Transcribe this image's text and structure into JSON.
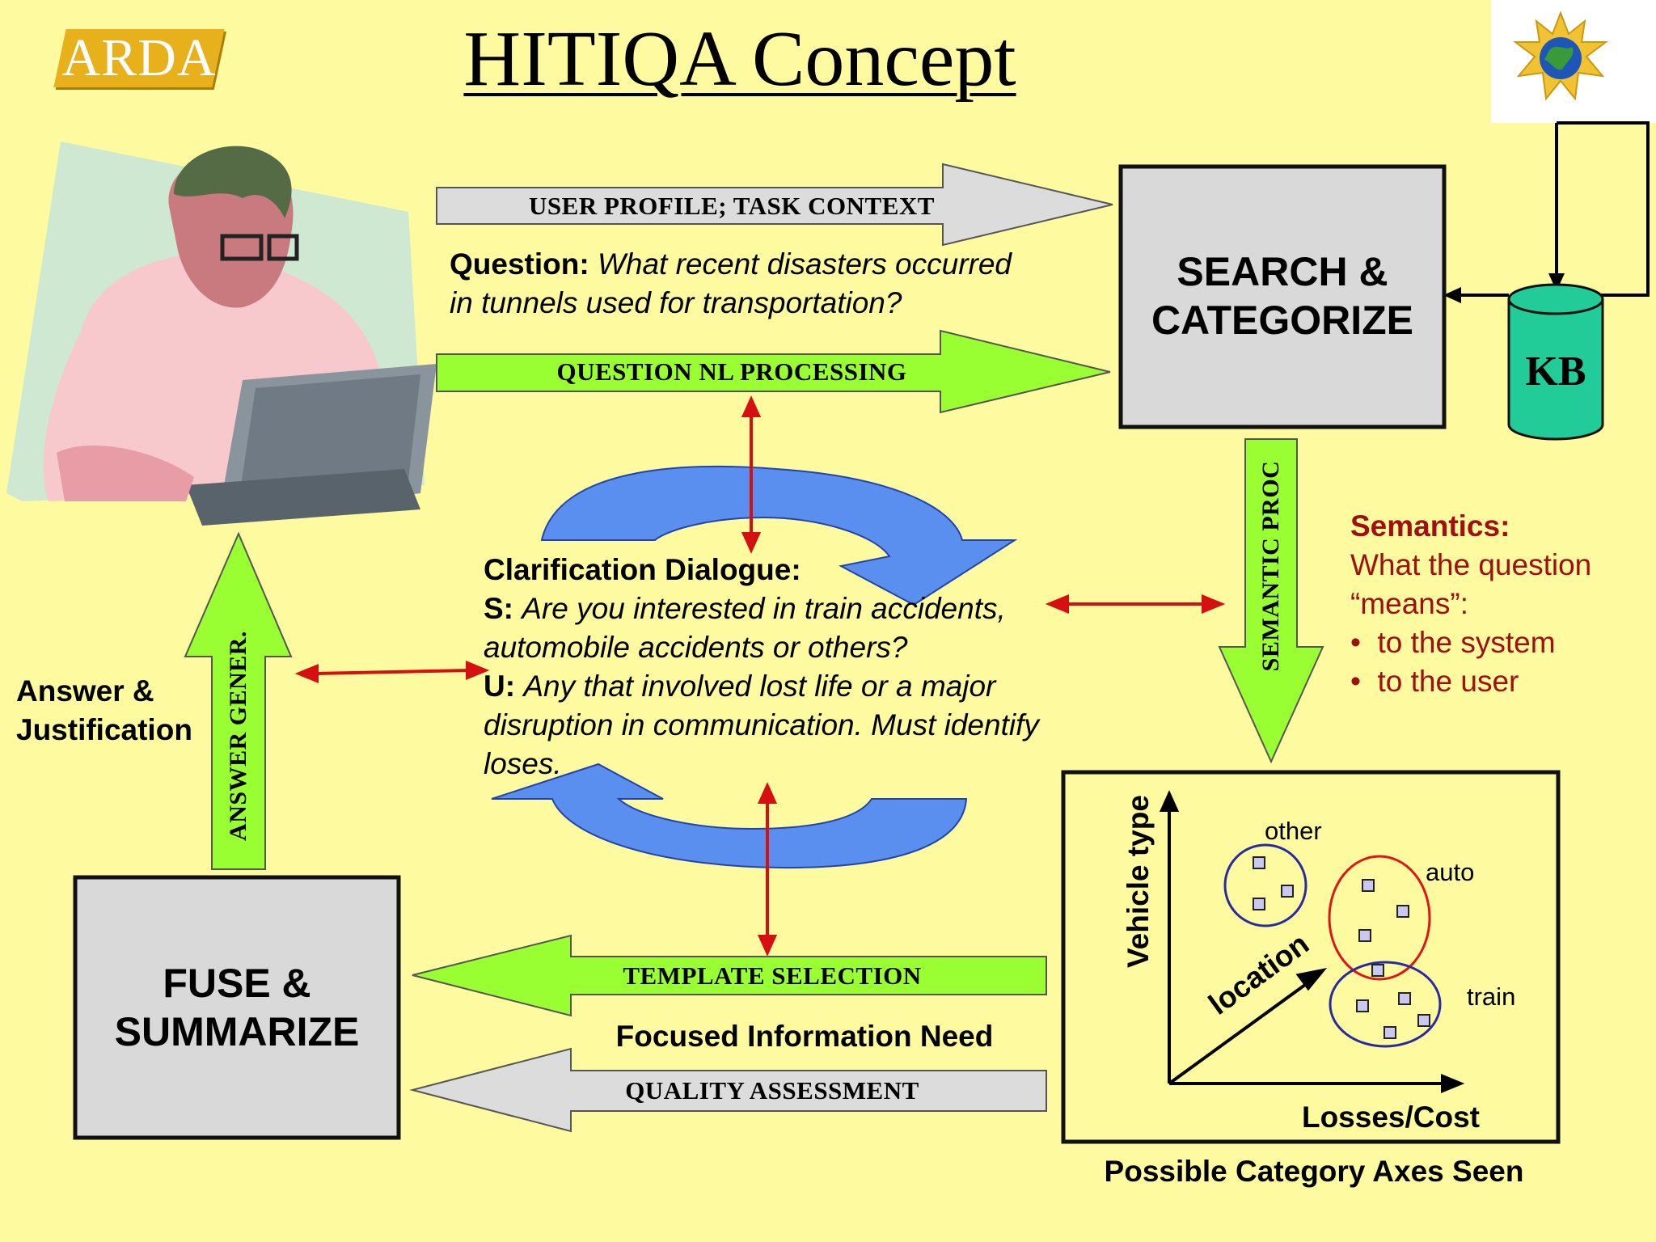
{
  "logo": {
    "text": "ARDA"
  },
  "title": "HITIQA Concept",
  "arrows": {
    "user_profile": "USER PROFILE; TASK CONTEXT",
    "question_nl": "QUESTION NL PROCESSING",
    "semantic_proc": "SEMANTIC PROC",
    "answer_gener": "ANSWER GENER.",
    "template_selection": "TEMPLATE SELECTION",
    "quality_assessment": "QUALITY ASSESSMENT"
  },
  "question": {
    "label": "Question:",
    "line1": "What recent disasters occurred",
    "line2": "in tunnels used for transportation?"
  },
  "boxes": {
    "search": [
      "SEARCH &",
      "CATEGORIZE"
    ],
    "fuse": [
      "FUSE &",
      "SUMMARIZE"
    ],
    "kb": "KB"
  },
  "semantics": {
    "heading": "Semantics:",
    "line1": "What the question",
    "line2": "“means”:",
    "bullets": [
      "to the system",
      "to the user"
    ]
  },
  "clarification": {
    "heading": "Clarification Dialogue:",
    "s_label": "S:",
    "s_line1": "Are you interested in train accidents,",
    "s_line2": "automobile accidents or others?",
    "u_label": "U:",
    "u_line1": "Any that involved lost life or a major",
    "u_line2": "disruption in communication. Must identify",
    "u_line3": "loses."
  },
  "answer": [
    "Answer &",
    "Justification"
  ],
  "focused": "Focused Information Need",
  "axes_panel": {
    "y_axis": "Vehicle type",
    "x_axis": "Losses/Cost",
    "diag_axis": "location",
    "clusters": [
      {
        "name": "other",
        "color": "#2a2aa0"
      },
      {
        "name": "auto",
        "color": "#e01515"
      },
      {
        "name": "train",
        "color": "#2a2aa0"
      }
    ],
    "caption": "Possible Category Axes Seen"
  },
  "colors": {
    "background": "#fdfa9f",
    "green_arrow": "#99ff33",
    "gray_arrow": "#dcdcdc",
    "blue_arrow": "#5b8fef",
    "red_arrow": "#d41010",
    "kb": "#21cc99",
    "semantics_text": "#a01010"
  }
}
